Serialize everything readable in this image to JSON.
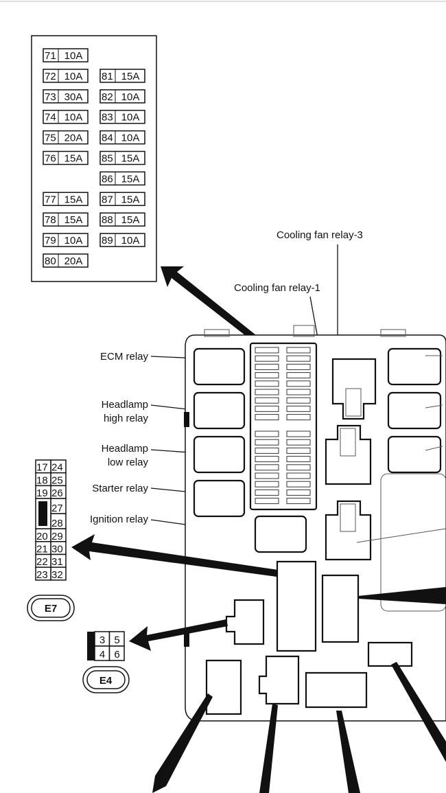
{
  "fuse_table": {
    "left": [
      {
        "no": "71",
        "amp": "10A"
      },
      {
        "no": "72",
        "amp": "10A"
      },
      {
        "no": "73",
        "amp": "30A"
      },
      {
        "no": "74",
        "amp": "10A"
      },
      {
        "no": "75",
        "amp": "20A"
      },
      {
        "no": "76",
        "amp": "15A"
      },
      null,
      {
        "no": "77",
        "amp": "15A"
      },
      {
        "no": "78",
        "amp": "15A"
      },
      {
        "no": "79",
        "amp": "10A"
      },
      {
        "no": "80",
        "amp": "20A"
      }
    ],
    "right": [
      null,
      {
        "no": "81",
        "amp": "15A"
      },
      {
        "no": "82",
        "amp": "10A"
      },
      {
        "no": "83",
        "amp": "10A"
      },
      {
        "no": "84",
        "amp": "10A"
      },
      {
        "no": "85",
        "amp": "15A"
      },
      {
        "no": "86",
        "amp": "15A"
      },
      {
        "no": "87",
        "amp": "15A"
      },
      {
        "no": "88",
        "amp": "15A"
      },
      {
        "no": "89",
        "amp": "10A"
      },
      null
    ]
  },
  "labels": {
    "cooling_fan_relay_3": "Cooling fan relay-3",
    "cooling_fan_relay_1": "Cooling fan relay-1",
    "ecm_relay": "ECM relay",
    "headlamp_high_1": "Headlamp",
    "headlamp_high_2": "high relay",
    "headlamp_low_1": "Headlamp",
    "headlamp_low_2": "low relay",
    "starter_relay": "Starter relay",
    "ignition_relay": "Ignition relay"
  },
  "connector_e7": {
    "name": "E7",
    "rows": [
      [
        "17",
        "24"
      ],
      [
        "18",
        "25"
      ],
      [
        "19",
        "26"
      ],
      [
        "",
        "27"
      ],
      [
        "",
        "28"
      ],
      [
        "20",
        "29"
      ],
      [
        "21",
        "30"
      ],
      [
        "22",
        "31"
      ],
      [
        "23",
        "32"
      ]
    ]
  },
  "connector_e4": {
    "name": "E4",
    "rows": [
      [
        "3",
        "5"
      ],
      [
        "4",
        "6"
      ]
    ]
  }
}
